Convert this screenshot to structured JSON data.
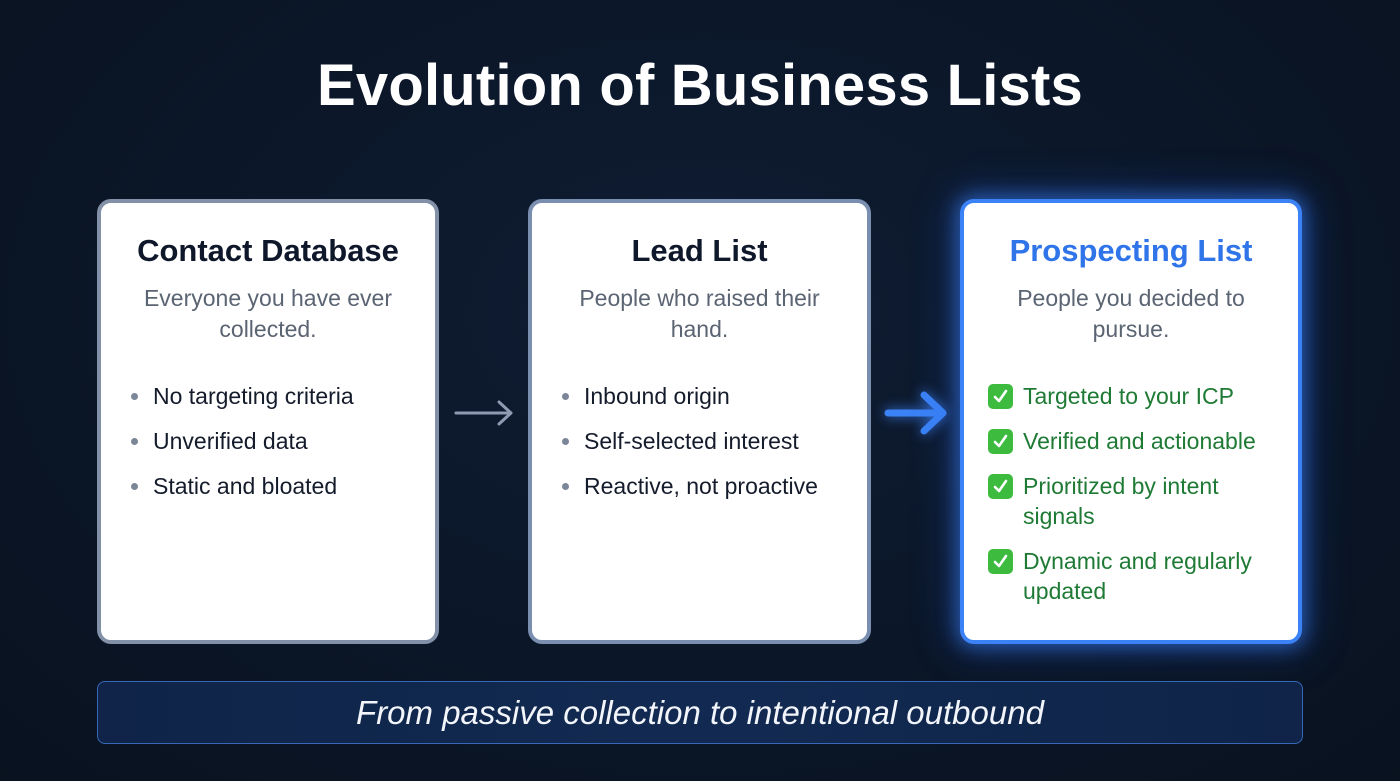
{
  "title": "Evolution of Business Lists",
  "cards": [
    {
      "title": "Contact Database",
      "subtitle": "Everyone you have ever collected.",
      "style": "neutral",
      "items": [
        "No targeting criteria",
        "Unverified data",
        "Static and bloated"
      ]
    },
    {
      "title": "Lead List",
      "subtitle": "People who raised their hand.",
      "style": "neutral",
      "items": [
        "Inbound origin",
        "Self-selected interest",
        "Reactive, not proactive"
      ]
    },
    {
      "title": "Prospecting List",
      "subtitle": "People you decided to pursue.",
      "style": "highlighted",
      "items": [
        "Targeted to your ICP",
        "Verified and actionable",
        "Prioritized by intent signals",
        "Dynamic and regularly updated"
      ]
    }
  ],
  "arrows": [
    {
      "icon": "arrow-right-icon",
      "color": "#8e9bb3"
    },
    {
      "icon": "arrow-right-icon",
      "color": "#3b82f6"
    }
  ],
  "banner": {
    "text": "From passive collection to intentional outbound"
  },
  "colors": {
    "background": "#0b1628",
    "accent": "#3b82f6",
    "check_green": "#3dbb3f",
    "check_text": "#1e7a34"
  }
}
